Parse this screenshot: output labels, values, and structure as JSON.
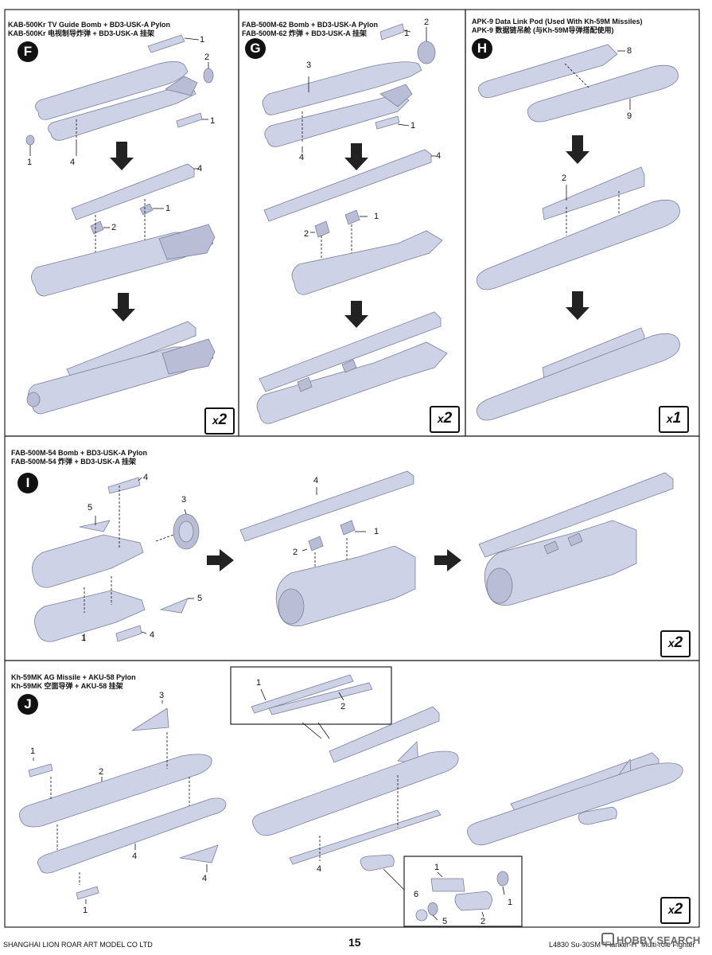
{
  "page": {
    "footer_company": "SHANGHAI LION ROAR ART MODEL CO LTD",
    "page_number": "15",
    "footer_kit": "L4830 Su-30SM \"Flanker-H\" Multi-role Fighter",
    "watermark": "HOBBY SEARCH"
  },
  "steps": {
    "F": {
      "letter": "F",
      "title_en": "KAB-500Kr TV Guide Bomb + BD3-USK-A Pylon",
      "title_cn": "KAB-500Kr 电视制导炸弹 + BD3-USK-A 挂架",
      "qty_prefix": "x",
      "qty": "2",
      "labels": [
        "1",
        "2",
        "1",
        "1",
        "4",
        "4",
        "2",
        "1"
      ]
    },
    "G": {
      "letter": "G",
      "title_en": "FAB-500M-62 Bomb + BD3-USK-A Pylon",
      "title_cn": "FAB-500M-62 炸弹 + BD3-USK-A 挂架",
      "qty_prefix": "x",
      "qty": "2",
      "labels": [
        "2",
        "1",
        "3",
        "1",
        "4",
        "4",
        "1",
        "2"
      ]
    },
    "H": {
      "letter": "H",
      "title_en": "APK-9 Data Link Pod (Used With Kh-59M Missiles)",
      "title_cn": "APK-9 数据链吊舱 (与Kh-59M导弹搭配使用)",
      "qty_prefix": "x",
      "qty": "1",
      "labels": [
        "8",
        "9",
        "2"
      ]
    },
    "I": {
      "letter": "I",
      "title_en": "FAB-500M-54 Bomb + BD3-USK-A Pylon",
      "title_cn": "FAB-500M-54 炸弹 + BD3-USK-A 挂架",
      "qty_prefix": "x",
      "qty": "2",
      "labels": [
        "4",
        "5",
        "3",
        "5",
        "1",
        "4",
        "4",
        "1",
        "2"
      ]
    },
    "J": {
      "letter": "J",
      "title_en": "Kh-59MK AG Missile + AKU-58 Pylon",
      "title_cn": "Kh-59MK 空面导弹 + AKU-58 挂架",
      "qty_prefix": "x",
      "qty": "2",
      "labels": [
        "3",
        "1",
        "2",
        "4",
        "4",
        "1",
        "1",
        "2",
        "4",
        "1",
        "6",
        "1",
        "5",
        "2"
      ]
    }
  }
}
